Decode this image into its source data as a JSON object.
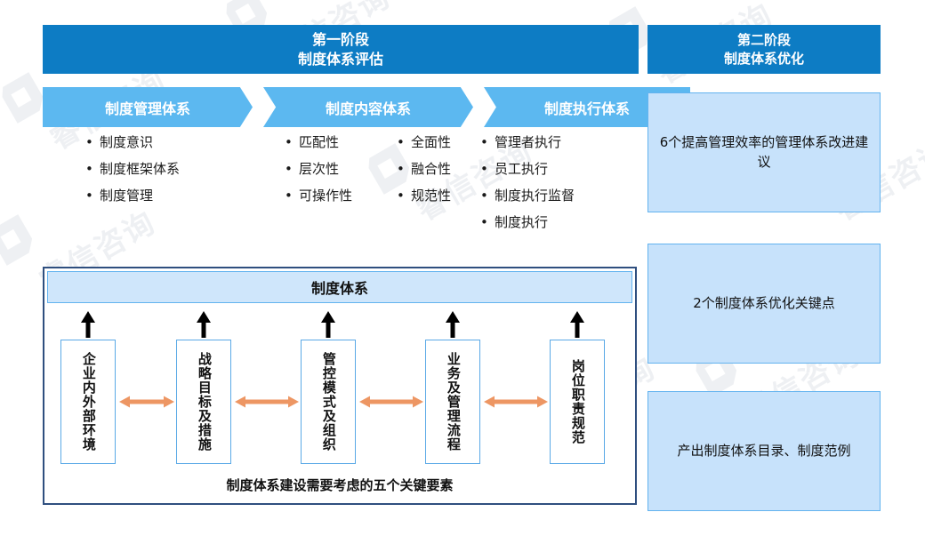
{
  "colors": {
    "header_blue": "#0d7cc4",
    "chevron_blue": "#5cb8f0",
    "panel_fill": "#c7e2fb",
    "panel_border": "#63b3ef",
    "arrow_orange": "#ed9663",
    "frame_navy": "#2f4f7f"
  },
  "phase1": {
    "title_line1": "第一阶段",
    "title_line2": "制度体系评估",
    "chevrons": [
      {
        "label": "制度管理体系"
      },
      {
        "label": "制度内容体系"
      },
      {
        "label": "制度执行体系"
      }
    ],
    "bullet_columns": [
      {
        "items": [
          "制度意识",
          "制度框架体系",
          "制度管理"
        ]
      },
      {
        "items": [
          "匹配性",
          "层次性",
          "可操作性"
        ]
      },
      {
        "items": [
          "全面性",
          "融合性",
          "规范性"
        ]
      },
      {
        "items": [
          "管理者执行",
          "员工执行",
          "制度执行监督",
          "制度执行"
        ]
      }
    ]
  },
  "framework": {
    "title": "制度体系",
    "caption": "制度体系建设需要考虑的五个关键要素",
    "elements": [
      {
        "label": "企业内外部环境"
      },
      {
        "label": "战略目标及措施"
      },
      {
        "label": "管控模式及组织"
      },
      {
        "label": "业务及管理流程"
      },
      {
        "label": "岗位职责规范"
      }
    ]
  },
  "phase2": {
    "title_line1": "第二阶段",
    "title_line2": "制度体系优化",
    "panels": [
      {
        "text": "6个提高管理效率的管理体系改进建议"
      },
      {
        "text": "2个制度体系优化关键点"
      },
      {
        "text": "产出制度体系目录、制度范例"
      }
    ]
  },
  "watermark": {
    "text": "睿信咨询"
  }
}
